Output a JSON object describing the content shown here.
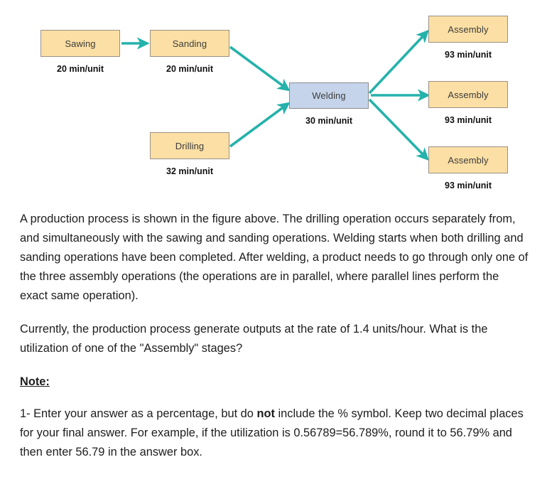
{
  "figure": {
    "nodes": [
      {
        "id": "sawing",
        "label": "Sawing",
        "caption": "20 min/unit",
        "kind": "orange"
      },
      {
        "id": "sanding",
        "label": "Sanding",
        "caption": "20 min/unit",
        "kind": "orange"
      },
      {
        "id": "drilling",
        "label": "Drilling",
        "caption": "32 min/unit",
        "kind": "orange"
      },
      {
        "id": "welding",
        "label": "Welding",
        "caption": "30 min/unit",
        "kind": "blue"
      },
      {
        "id": "assembly1",
        "label": "Assembly",
        "caption": "93 min/unit",
        "kind": "orange"
      },
      {
        "id": "assembly2",
        "label": "Assembly",
        "caption": "93 min/unit",
        "kind": "orange"
      },
      {
        "id": "assembly3",
        "label": "Assembly",
        "caption": "93 min/unit",
        "kind": "orange"
      }
    ],
    "colors": {
      "arrow": "#25b2ab",
      "box_orange_fill": "#fbdfa4",
      "box_blue_fill": "#c5d4ea",
      "box_border": "#8c8a84"
    },
    "edges": [
      {
        "from": "sawing",
        "to": "sanding"
      },
      {
        "from": "sanding",
        "to": "welding"
      },
      {
        "from": "drilling",
        "to": "welding"
      },
      {
        "from": "welding",
        "to": "assembly1"
      },
      {
        "from": "welding",
        "to": "assembly2"
      },
      {
        "from": "welding",
        "to": "assembly3"
      }
    ]
  },
  "prose": {
    "paragraph1": "A production process is shown in the figure above. The drilling operation occurs separately from, and simultaneously with the sawing and sanding operations. Welding starts when both drilling and sanding operations have been completed. After welding, a product needs to go through only one of the three assembly operations (the operations are in parallel, where parallel lines perform the exact same operation).",
    "paragraph2": "Currently, the production process generate outputs at the rate of 1.4 units/hour. What is the utilization of one of the \"Assembly\" stages?",
    "note_label": "Note:",
    "note_part1": "1- Enter your answer as a percentage, but do ",
    "note_bold": "not",
    "note_part2": " include the % symbol. Keep two decimal places for your final answer. For example, if the utilization is 0.56789=56.789%, round it to 56.79% and then enter 56.79 in the answer box."
  }
}
